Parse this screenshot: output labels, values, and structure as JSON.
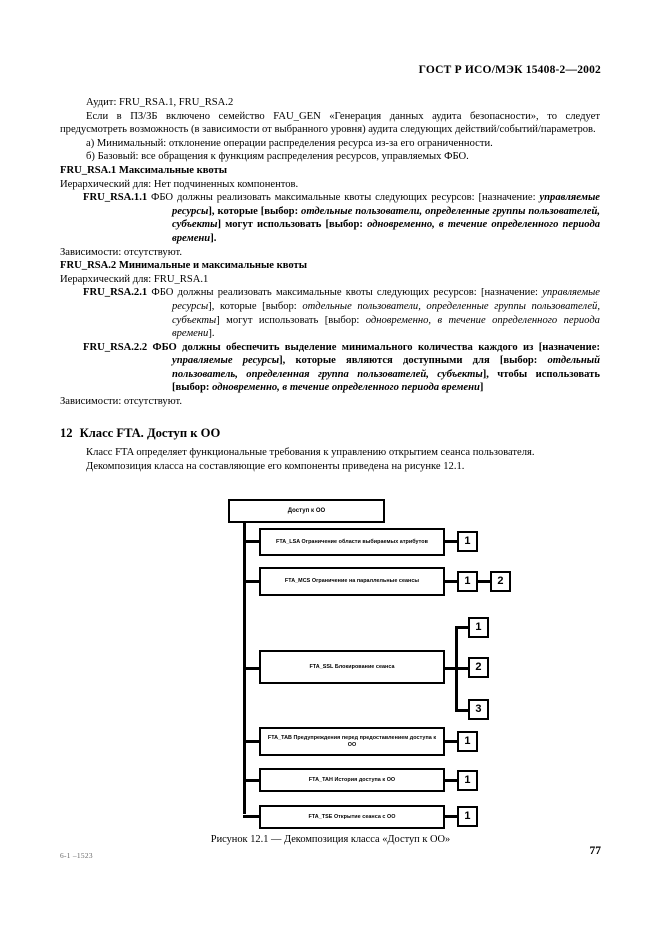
{
  "header": {
    "standard_title": "ГОСТ Р ИСО/МЭК 15408-2—2002"
  },
  "body": {
    "audit_line": "Аудит: FRU_RSA.1, FRU_RSA.2",
    "pp_st_para": "Если в ПЗ/ЗБ включено семейство FAU_GEN «Генерация данных аудита безопасности», то следует предусмотреть возможность (в зависимости от выбранного уровня) аудита следующих действий/событий/параметров.",
    "item_a": "а) Минимальный: отклонение операции распределения ресурса из-за его ограниченности.",
    "item_b": "б) Базовый: все обращения к функциям распределения ресурсов, управляемых ФБО.",
    "fru_rsa_1_title": "FRU_RSA.1 Максимальные квоты",
    "fru_rsa_1_hier": "Иерархический для:  Нет подчиненных компонентов.",
    "fru_rsa_1_1": {
      "id": "FRU_RSA.1.1",
      "t1": "ФБО должны реализовать максимальные квоты следующих ресурсов: [назначение:",
      "t2": "управляемые ресурсы",
      "t3": "], которые  [выбор:",
      "t4": "отдельные  пользователи,  определенные группы пользователей, субъекты",
      "t5": "] могут использовать [выбор:",
      "t6": "одновременно, в течение определенного периода времени",
      "t7": "]."
    },
    "dep_1": "Зависимости: отсутствуют.",
    "fru_rsa_2_title": "FRU_RSA.2 Минимальные и максимальные квоты",
    "fru_rsa_2_hier": "Иерархический для: FRU_RSA.1",
    "fru_rsa_2_1": {
      "id": "FRU_RSA.2.1",
      "t1": "ФБО должны реализовать максимальные квоты следующих ресурсов: [назначение:",
      "t2": "управляемые ресурсы",
      "t3": "], которые [выбор:",
      "t4": "отдельные пользователи, определенные группы пользователей, субъекты",
      "t5": "] могут  использовать  [выбор:",
      "t6": "одновременно,  в течение определенного периода времени",
      "t7": "]."
    },
    "fru_rsa_2_2": {
      "id": "FRU_RSA.2.2",
      "t1": "ФБО должны обеспечить выделение минимального количества каждого из [назначение:",
      "t2": "управляемые ресурсы",
      "t3": "], которые являются доступными для  [выбор:",
      "t4": "отдельный пользователь, определенная группа пользователей, субъекты",
      "t5": "], чтобы использовать [выбор:",
      "t6": "одновременно, в течение определенного периода времени",
      "t7": "]"
    },
    "dep_2": "Зависимости: отсутствуют.",
    "section": {
      "number": "12",
      "title": "Класс FTA. Доступ к ОО"
    },
    "class_intro": "Класс FTA определяет функциональные требования к управлению  открытием  сеанса пользователя.",
    "decomposition_intro": "Декомпозиция класса на составляющие его компоненты приведена на рисунке 12.1."
  },
  "figure": {
    "caption": "Рисунок 12.1 — Декомпозиция класса «Доступ к ОО»",
    "root": "Доступ к ОО",
    "families": [
      {
        "label": "FTA_LSA Ограничение области выбираемых атрибутов",
        "components": [
          "1"
        ]
      },
      {
        "label": "FTA_MCS Ограничение на параллельные сеансы",
        "components": [
          "1",
          "2"
        ]
      },
      {
        "label": "FTA_SSL Блокирование сеанса",
        "components": [
          "1",
          "2",
          "3"
        ]
      },
      {
        "label": "FTA_TAB Предупреждения перед предоставлением доступа к ОО",
        "components": [
          "1"
        ]
      },
      {
        "label": "FTA_TAH История доступа к ОО",
        "components": [
          "1"
        ]
      },
      {
        "label": "FTA_TSE Открытие сеанса с ОО",
        "components": [
          "1"
        ]
      }
    ]
  },
  "footer": {
    "signature": "6-1 –1523",
    "page_number": "77"
  }
}
